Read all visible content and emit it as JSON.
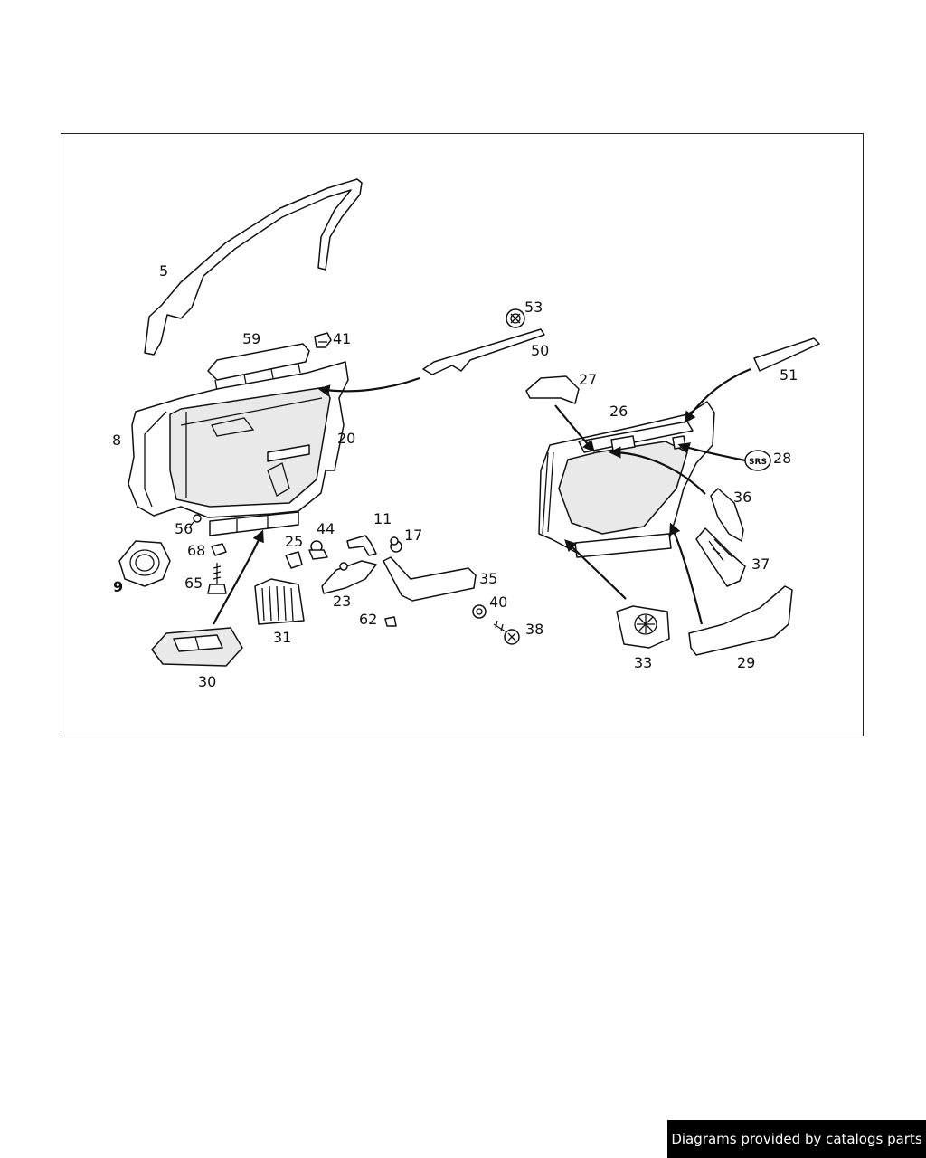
{
  "colors": {
    "background": "#ffffff",
    "ink": "#111111",
    "credit_bg": "#000000",
    "credit_text": "#ffffff"
  },
  "labels": {
    "p5": "5",
    "p59": "59",
    "p41": "41",
    "p53": "53",
    "p50": "50",
    "p27": "27",
    "p51": "51",
    "p26": "26",
    "p8": "8",
    "p20": "20",
    "p28": "28",
    "p36": "36",
    "p56": "56",
    "p44": "44",
    "p11": "11",
    "p17": "17",
    "p25": "25",
    "p68": "68",
    "p9": "9",
    "p65": "65",
    "p35": "35",
    "p23": "23",
    "p40": "40",
    "p37": "37",
    "p62": "62",
    "p38": "38",
    "p31": "31",
    "p33": "33",
    "p29": "29",
    "p30": "30"
  },
  "srs_badge": "SRS",
  "credit": "Diagrams provided by catalogs parts"
}
